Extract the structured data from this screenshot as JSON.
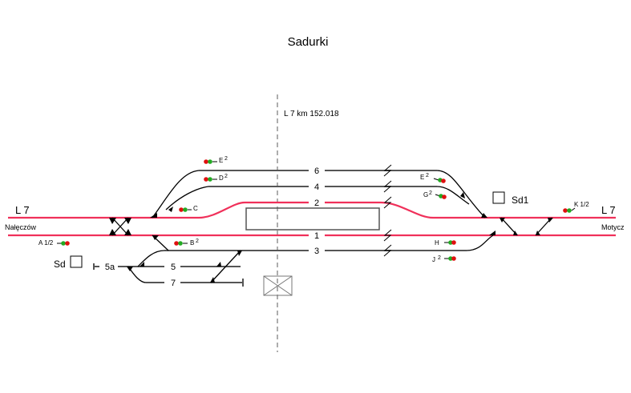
{
  "title": "Sadurki",
  "axis_label": "L 7  km  152.018",
  "line_left": "L 7",
  "line_right": "L 7",
  "direction_left": "Nałęczów",
  "direction_right": "Motycz",
  "tracks": {
    "t6": "6",
    "t4": "4",
    "t2": "2",
    "t1": "1",
    "t3": "3",
    "t5": "5",
    "t5a": "5a",
    "t7": "7"
  },
  "posts": {
    "left": "Sd",
    "right": "Sd1"
  },
  "signals": {
    "E2_left": {
      "label": "E",
      "sup": "2"
    },
    "D2": {
      "label": "D",
      "sup": "2"
    },
    "C": {
      "label": "C"
    },
    "A12": {
      "label": "A 1/2"
    },
    "B2": {
      "label": "B",
      "sup": "2"
    },
    "E2_right": {
      "label": "E",
      "sup": "2"
    },
    "G2": {
      "label": "G",
      "sup": "2"
    },
    "H": {
      "label": "H"
    },
    "J2": {
      "label": "J",
      "sup": "2"
    },
    "K12": {
      "label": "K 1/2"
    }
  },
  "colors": {
    "main_track": "#f0305a",
    "side_track": "#555555",
    "signal_red": "#e01010",
    "signal_green": "#22aa22"
  }
}
